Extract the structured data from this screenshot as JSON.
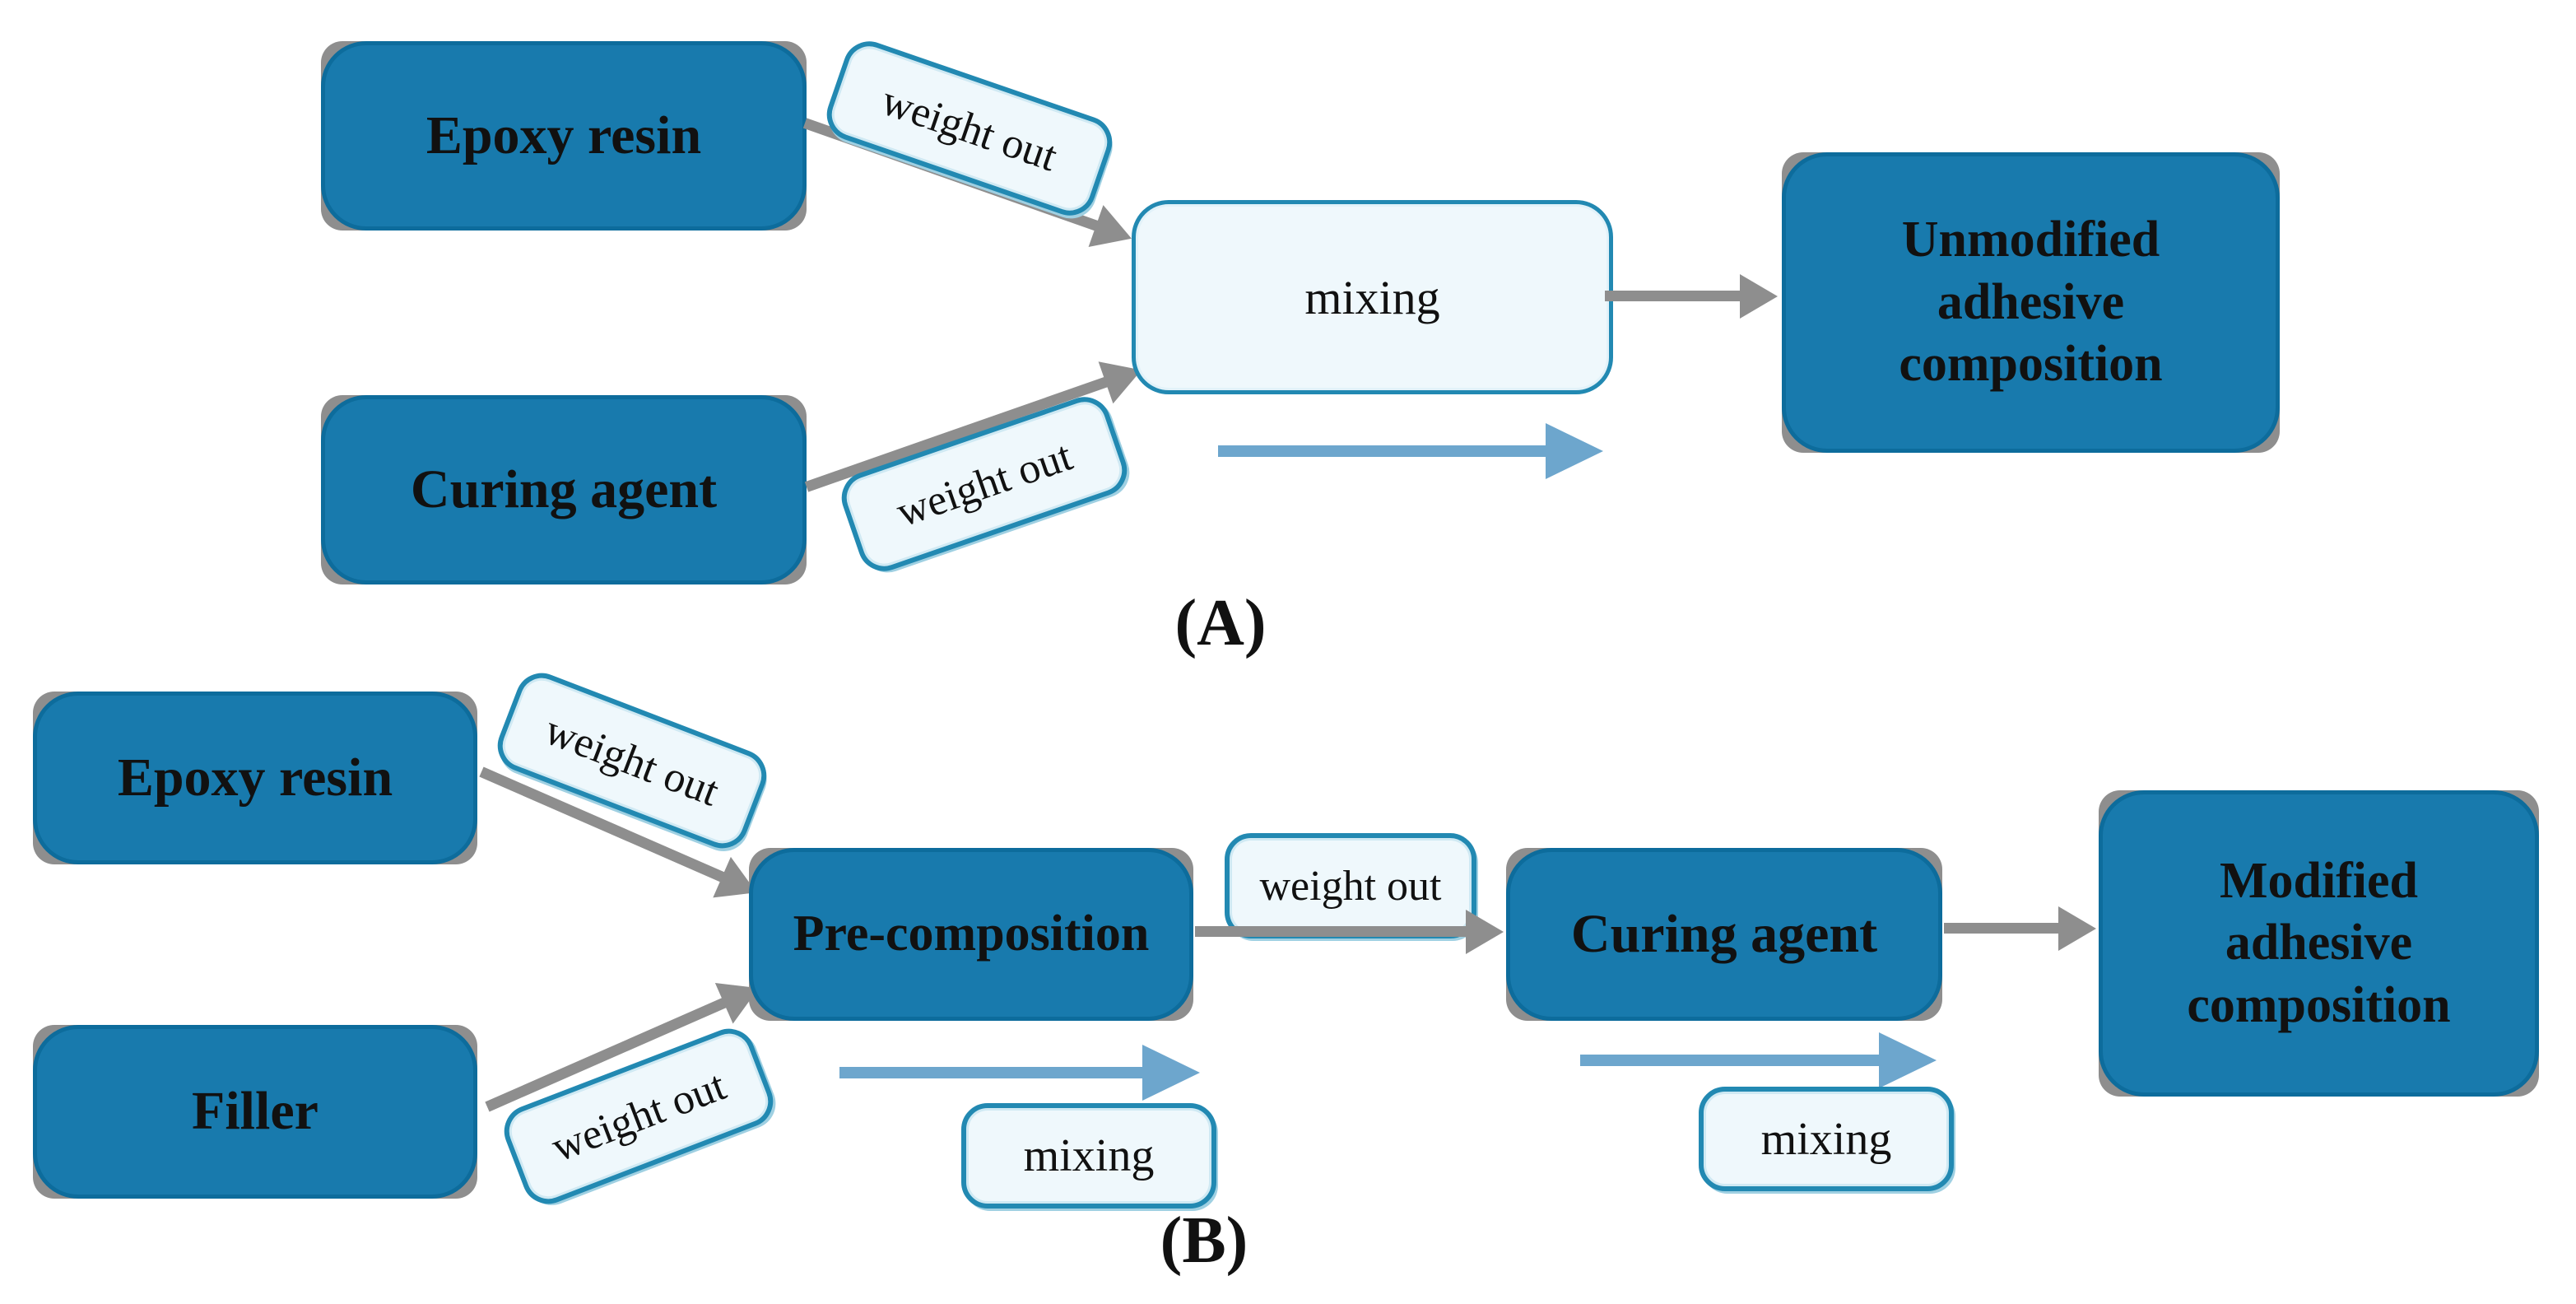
{
  "colors": {
    "box_fill": "#187aad",
    "box_border": "#0d6c9c",
    "box_shadow_gray": "#8e8e8e",
    "label_fill": "#eff8fc",
    "label_border": "#2289b2",
    "connector_gray": "#8e8e8e",
    "flow_arrow_blue": "#6da6cd",
    "text_black": "#111111"
  },
  "panel_a": {
    "tag": "(A)",
    "epoxy_resin_label": "Epoxy resin",
    "curing_agent_label": "Curing agent",
    "weight_out_top_label": "weight out",
    "weight_out_bottom_label": "weight out",
    "mixing_label": "mixing",
    "result_lines": [
      "Unmodified",
      "adhesive",
      "composition"
    ]
  },
  "panel_b": {
    "tag": "(B)",
    "epoxy_resin_label": "Epoxy resin",
    "filler_label": "Filler",
    "weight_out_epoxy_label": "weight out",
    "weight_out_filler_label": "weight out",
    "pre_composition_label": "Pre-composition",
    "weight_out_mid_label": "weight out",
    "curing_agent_label": "Curing agent",
    "mixing_label_1": "mixing",
    "mixing_label_2": "mixing",
    "result_lines": [
      "Modified",
      "adhesive",
      "composition"
    ]
  }
}
